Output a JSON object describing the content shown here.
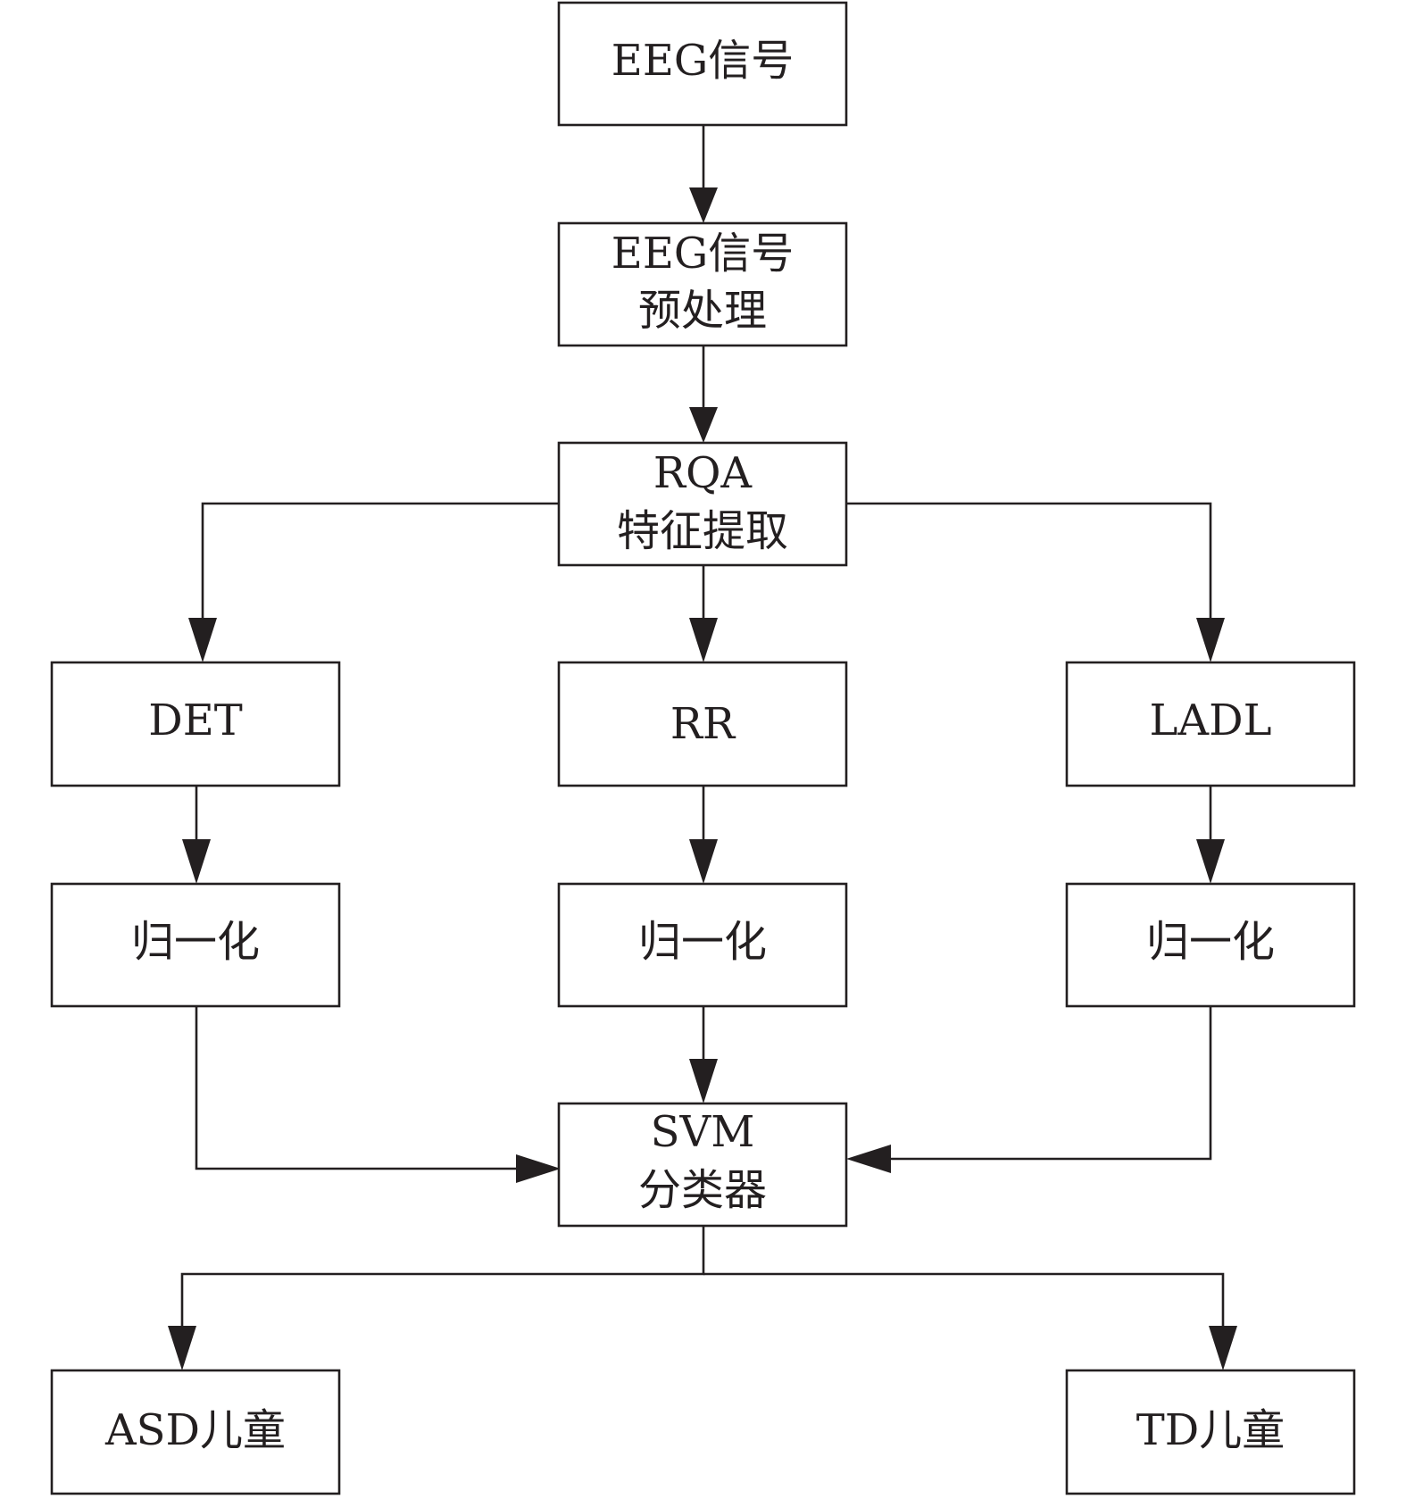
{
  "diagram": {
    "type": "flowchart",
    "nodes": [
      {
        "id": "eeg-signal",
        "lines": [
          "EEG信号"
        ]
      },
      {
        "id": "eeg-preprocess",
        "lines": [
          "EEG信号",
          "预处理"
        ]
      },
      {
        "id": "rqa-feature-extraction",
        "lines": [
          "RQA",
          "特征提取"
        ]
      },
      {
        "id": "det",
        "lines": [
          "DET"
        ]
      },
      {
        "id": "rr",
        "lines": [
          "RR"
        ]
      },
      {
        "id": "ladl",
        "lines": [
          "LADL"
        ]
      },
      {
        "id": "normalize-det",
        "lines": [
          "归一化"
        ]
      },
      {
        "id": "normalize-rr",
        "lines": [
          "归一化"
        ]
      },
      {
        "id": "normalize-ladl",
        "lines": [
          "归一化"
        ]
      },
      {
        "id": "svm-classifier",
        "lines": [
          "SVM",
          "分类器"
        ]
      },
      {
        "id": "asd-children",
        "lines": [
          "ASD儿童"
        ]
      },
      {
        "id": "td-children",
        "lines": [
          "TD儿童"
        ]
      }
    ],
    "edges": [
      {
        "from": "eeg-signal",
        "to": "eeg-preprocess"
      },
      {
        "from": "eeg-preprocess",
        "to": "rqa-feature-extraction"
      },
      {
        "from": "rqa-feature-extraction",
        "to": "det"
      },
      {
        "from": "rqa-feature-extraction",
        "to": "rr"
      },
      {
        "from": "rqa-feature-extraction",
        "to": "ladl"
      },
      {
        "from": "det",
        "to": "normalize-det"
      },
      {
        "from": "rr",
        "to": "normalize-rr"
      },
      {
        "from": "ladl",
        "to": "normalize-ladl"
      },
      {
        "from": "normalize-det",
        "to": "svm-classifier"
      },
      {
        "from": "normalize-rr",
        "to": "svm-classifier"
      },
      {
        "from": "normalize-ladl",
        "to": "svm-classifier"
      },
      {
        "from": "svm-classifier",
        "to": "asd-children"
      },
      {
        "from": "svm-classifier",
        "to": "td-children"
      }
    ]
  }
}
